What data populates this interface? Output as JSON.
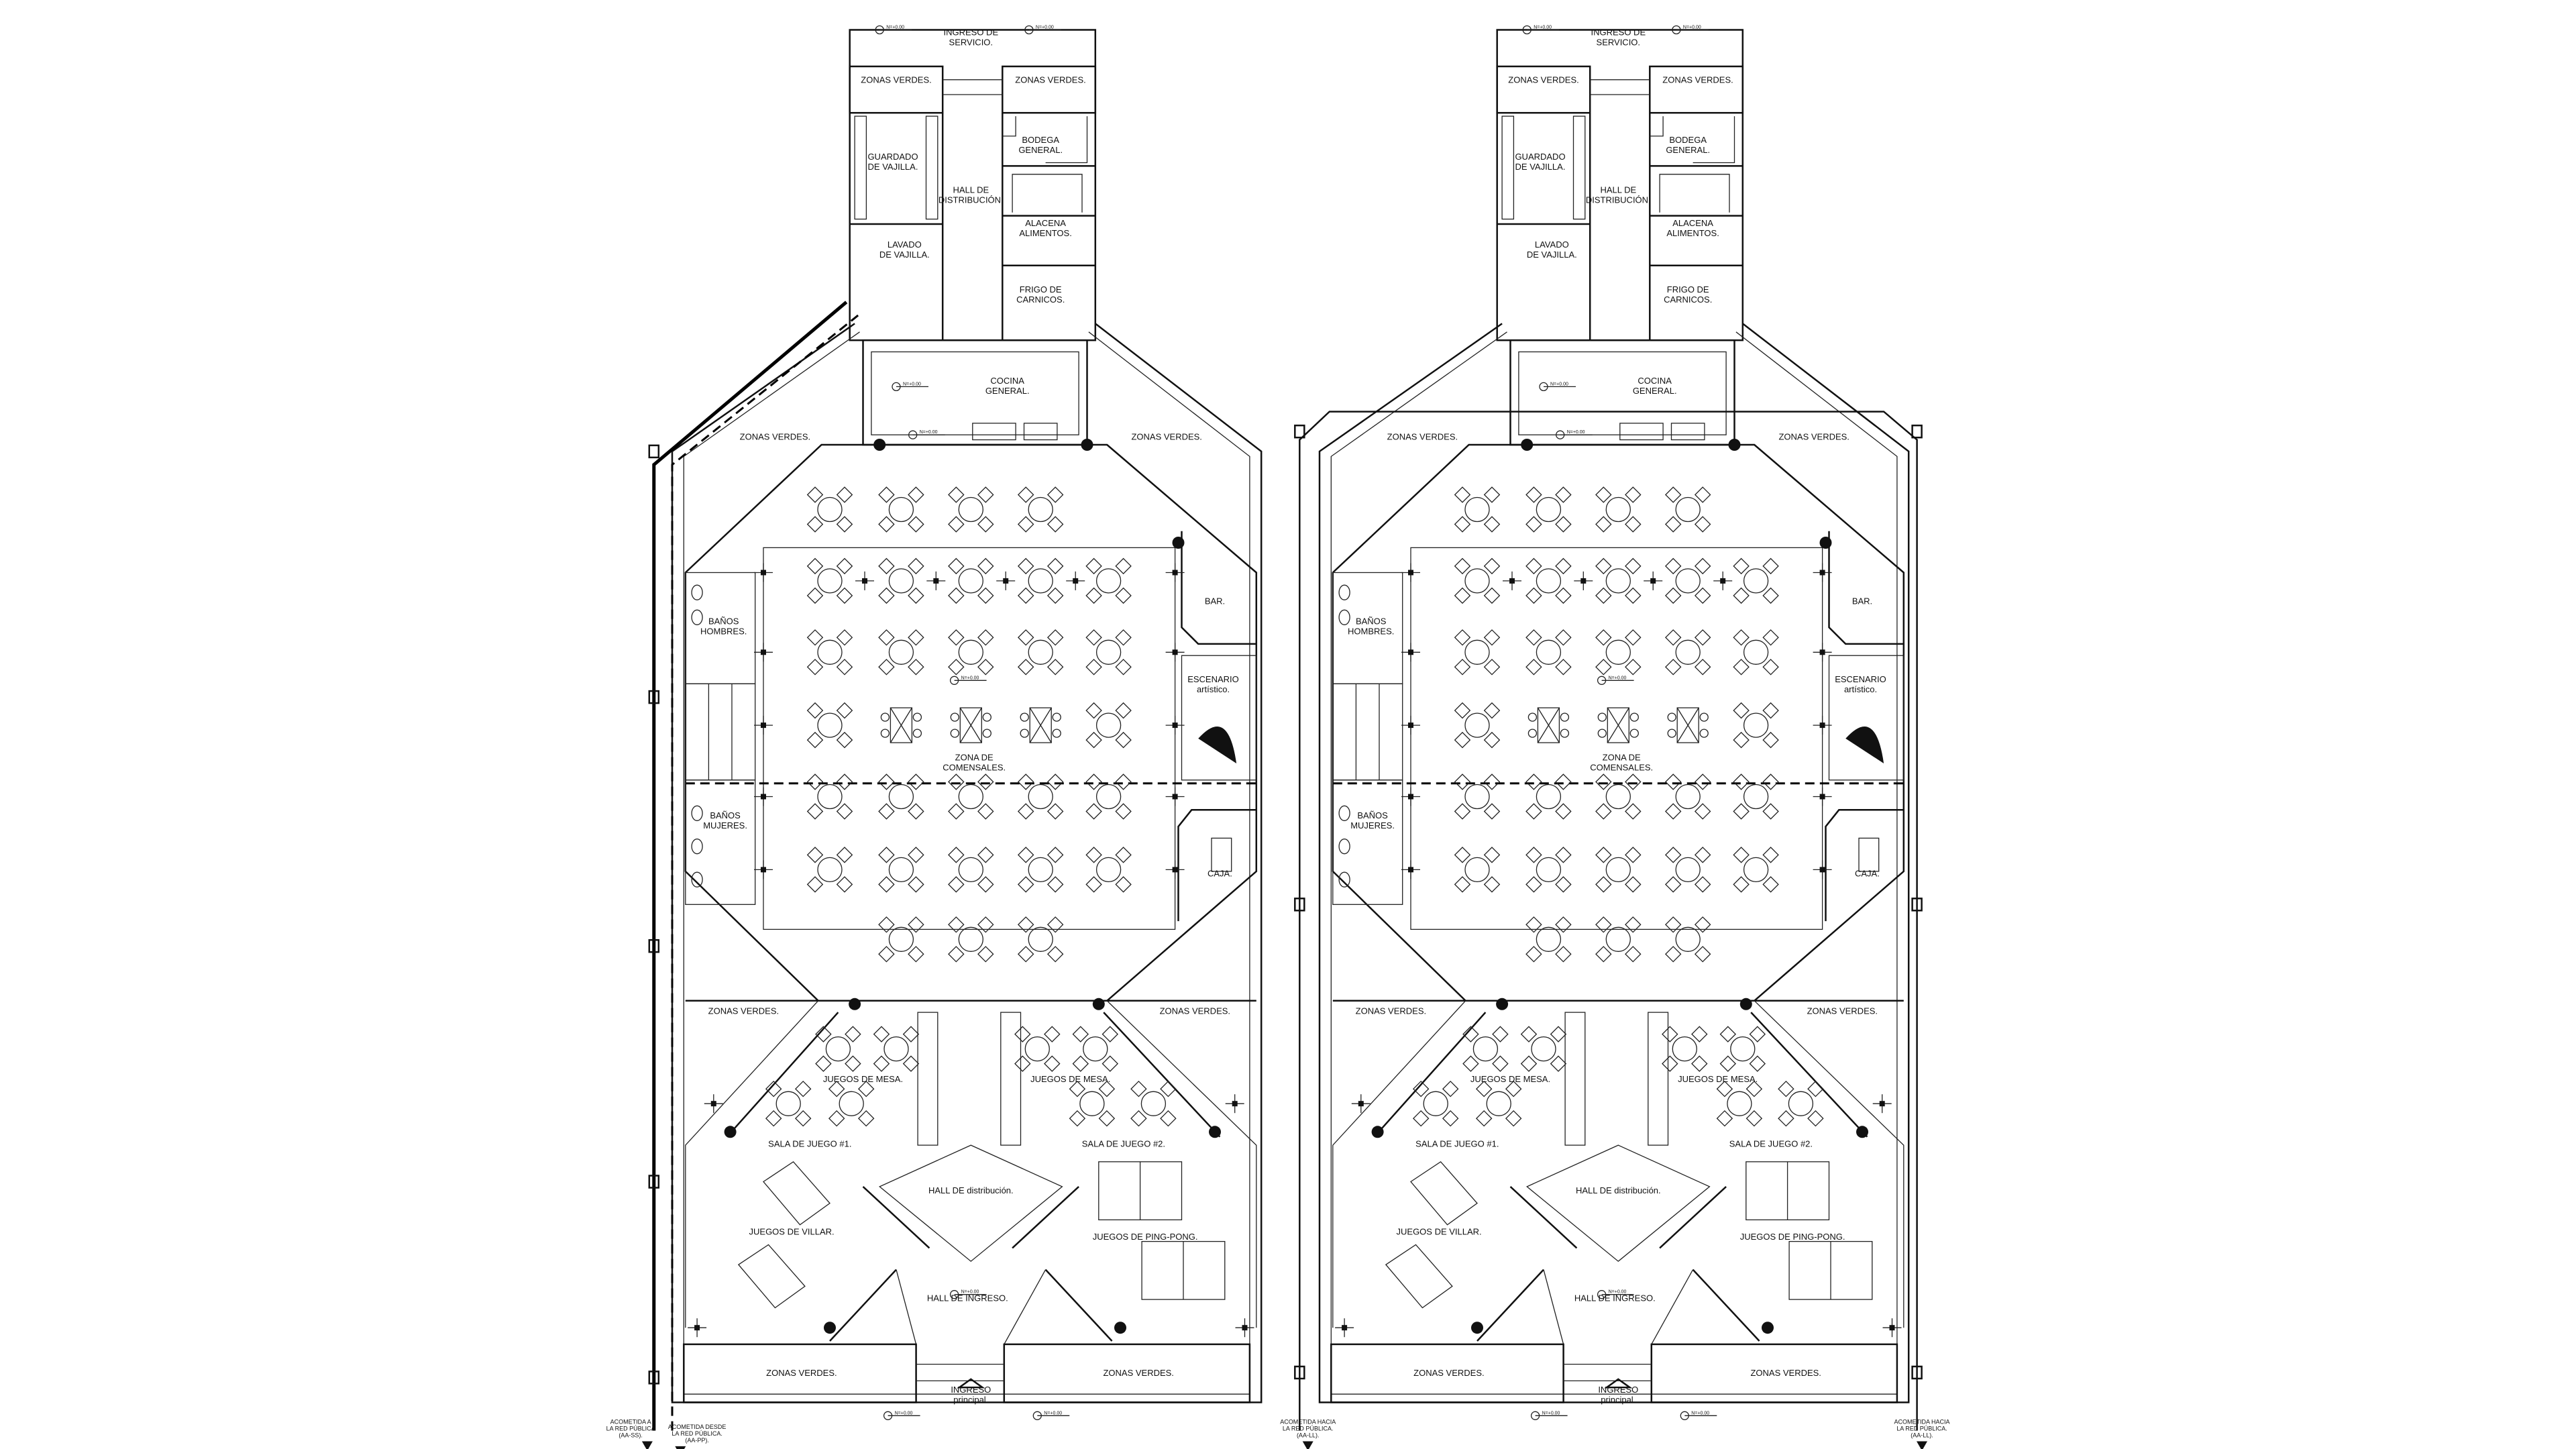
{
  "level_mark": "N=+0.00",
  "labels": {
    "service_entry": [
      "INGRESO DE",
      "SERVICIO."
    ],
    "green_top_left": [
      "ZONAS VERDES."
    ],
    "green_top_right": [
      "ZONAS VERDES."
    ],
    "dish_storage": [
      "GUARDADO",
      "DE VAJILLA."
    ],
    "distribution_hall": [
      "HALL DE",
      "DISTRIBUCIÓN."
    ],
    "general_storage": [
      "BODEGA",
      "GENERAL."
    ],
    "pantry": [
      "ALACENA",
      "ALIMENTOS."
    ],
    "dishwashing": [
      "LAVADO",
      "DE VAJILLA."
    ],
    "meat_fridge": [
      "FRIGO DE",
      "CARNICOS."
    ],
    "kitchen": [
      "COCINA",
      "GENERAL."
    ],
    "green_mid_left": [
      "ZONAS VERDES."
    ],
    "green_mid_right": [
      "ZONAS VERDES."
    ],
    "bar": [
      "BAR."
    ],
    "mens_restroom": [
      "BAÑOS",
      "HOMBRES."
    ],
    "stage": [
      "ESCENARIO",
      "artístico."
    ],
    "dining_area": [
      "ZONA DE",
      "COMENSALES."
    ],
    "womens_restroom": [
      "BAÑOS",
      "MUJERES."
    ],
    "cashier": [
      "CAJA."
    ],
    "green_low_left": [
      "ZONAS VERDES."
    ],
    "green_low_right": [
      "ZONAS VERDES."
    ],
    "board_games_1": [
      "JUEGOS DE MESA."
    ],
    "board_games_2": [
      "JUEGOS DE MESA."
    ],
    "game_room_1": [
      "SALA DE JUEGO #1."
    ],
    "game_room_2": [
      "SALA DE JUEGO #2."
    ],
    "lower_hall": [
      "HALL DE distribución."
    ],
    "billiards": [
      "JUEGOS DE VILLAR."
    ],
    "ping_pong": [
      "JUEGOS DE PING-PONG."
    ],
    "entry_hall": [
      "HALL DE INGRESO."
    ],
    "green_bottom_left": [
      "ZONAS VERDES."
    ],
    "green_bottom_right": [
      "ZONAS VERDES."
    ],
    "main_entry": [
      "INGRESO",
      "principal."
    ]
  },
  "plans": [
    {
      "name": "plan-left",
      "annotations": [
        {
          "side": "left",
          "lines": [
            "ACOMETIDA A",
            "LA RED PÚBLICA",
            "(AA-SS)."
          ]
        },
        {
          "side": "left2",
          "lines": [
            "ACOMETIDA DESDE",
            "LA RED PÚBLICA.",
            "(AA-PP)."
          ]
        }
      ]
    },
    {
      "name": "plan-right",
      "annotations": [
        {
          "side": "left",
          "lines": [
            "ACOMETIDA HACIA",
            "LA RED PÚBLICA.",
            "(AA-LL)."
          ]
        },
        {
          "side": "right",
          "lines": [
            "ACOMETIDA HACIA",
            "LA RED PÚBLICA.",
            "(AA-LL)."
          ]
        }
      ]
    }
  ]
}
